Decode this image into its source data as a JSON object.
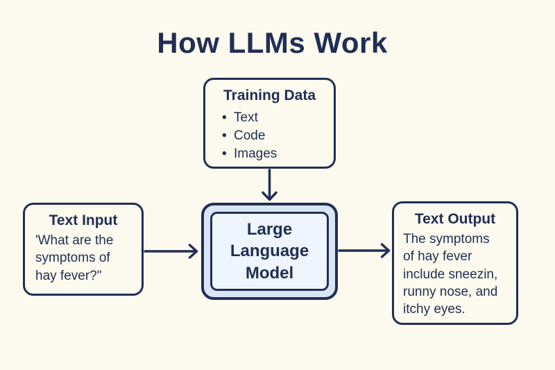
{
  "colors": {
    "background": "#fcfaee",
    "navy": "#212e54",
    "llm_outer_fill": "#d9e5f5",
    "llm_inner_fill": "#eef5fc"
  },
  "title": "How LLMs Work",
  "boxes": {
    "training": {
      "title": "Training Data",
      "items": [
        "Text",
        "Code",
        "Images"
      ]
    },
    "input": {
      "title": "Text Input",
      "body_lines": [
        "'What are the",
        "symptoms of",
        "hay fever?\""
      ]
    },
    "llm": {
      "label_lines": [
        "Large",
        "Language",
        "Model"
      ]
    },
    "output": {
      "title": "Text Output",
      "body_lines": [
        "The symptoms",
        "of hay fever",
        "include sneezin,",
        "runny nose, and",
        "itchy eyes."
      ]
    }
  }
}
